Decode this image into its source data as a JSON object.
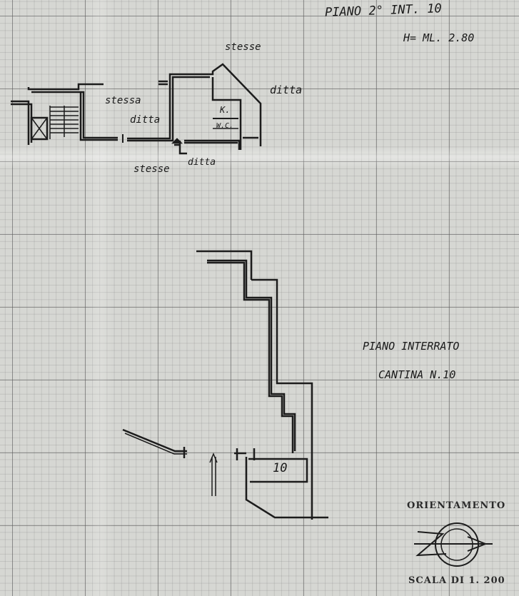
{
  "header": {
    "floor_title": "PIANO 2° INT. 10",
    "height_note": "H= ML. 2.80"
  },
  "upper_plan": {
    "labels": {
      "top_neighbor": "stesse",
      "right_neighbor": "ditta",
      "left_neighbor_1": "stessa",
      "left_neighbor_2": "ditta",
      "kitchen": "K.",
      "wc": "W.C.",
      "bottom_neighbor_1": "stesse",
      "bottom_neighbor_2": "ditta"
    }
  },
  "basement": {
    "title": "PIANO INTERRATO",
    "subtitle": "CANTINA N.10",
    "unit_number": "10"
  },
  "footer": {
    "orientation_label": "ORIENTAMENTO",
    "scale_label": "SCALA DI 1. 200"
  }
}
